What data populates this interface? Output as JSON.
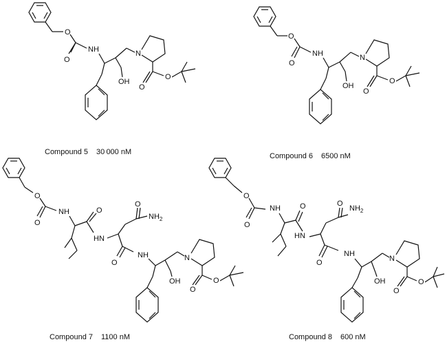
{
  "compounds": [
    {
      "name": "Compound 5",
      "ic50": "30 000 nM"
    },
    {
      "name": "Compound 6",
      "ic50": "6500 nM"
    },
    {
      "name": "Compound 7",
      "ic50": "1100 nM"
    },
    {
      "name": "Compound 8",
      "ic50": "600 nM"
    }
  ],
  "atom_labels": {
    "oxygen": "O",
    "nh": "NH",
    "hn": "HN",
    "oh": "OH",
    "n": "N",
    "nh2": "NH",
    "nh2_sub": "2"
  }
}
